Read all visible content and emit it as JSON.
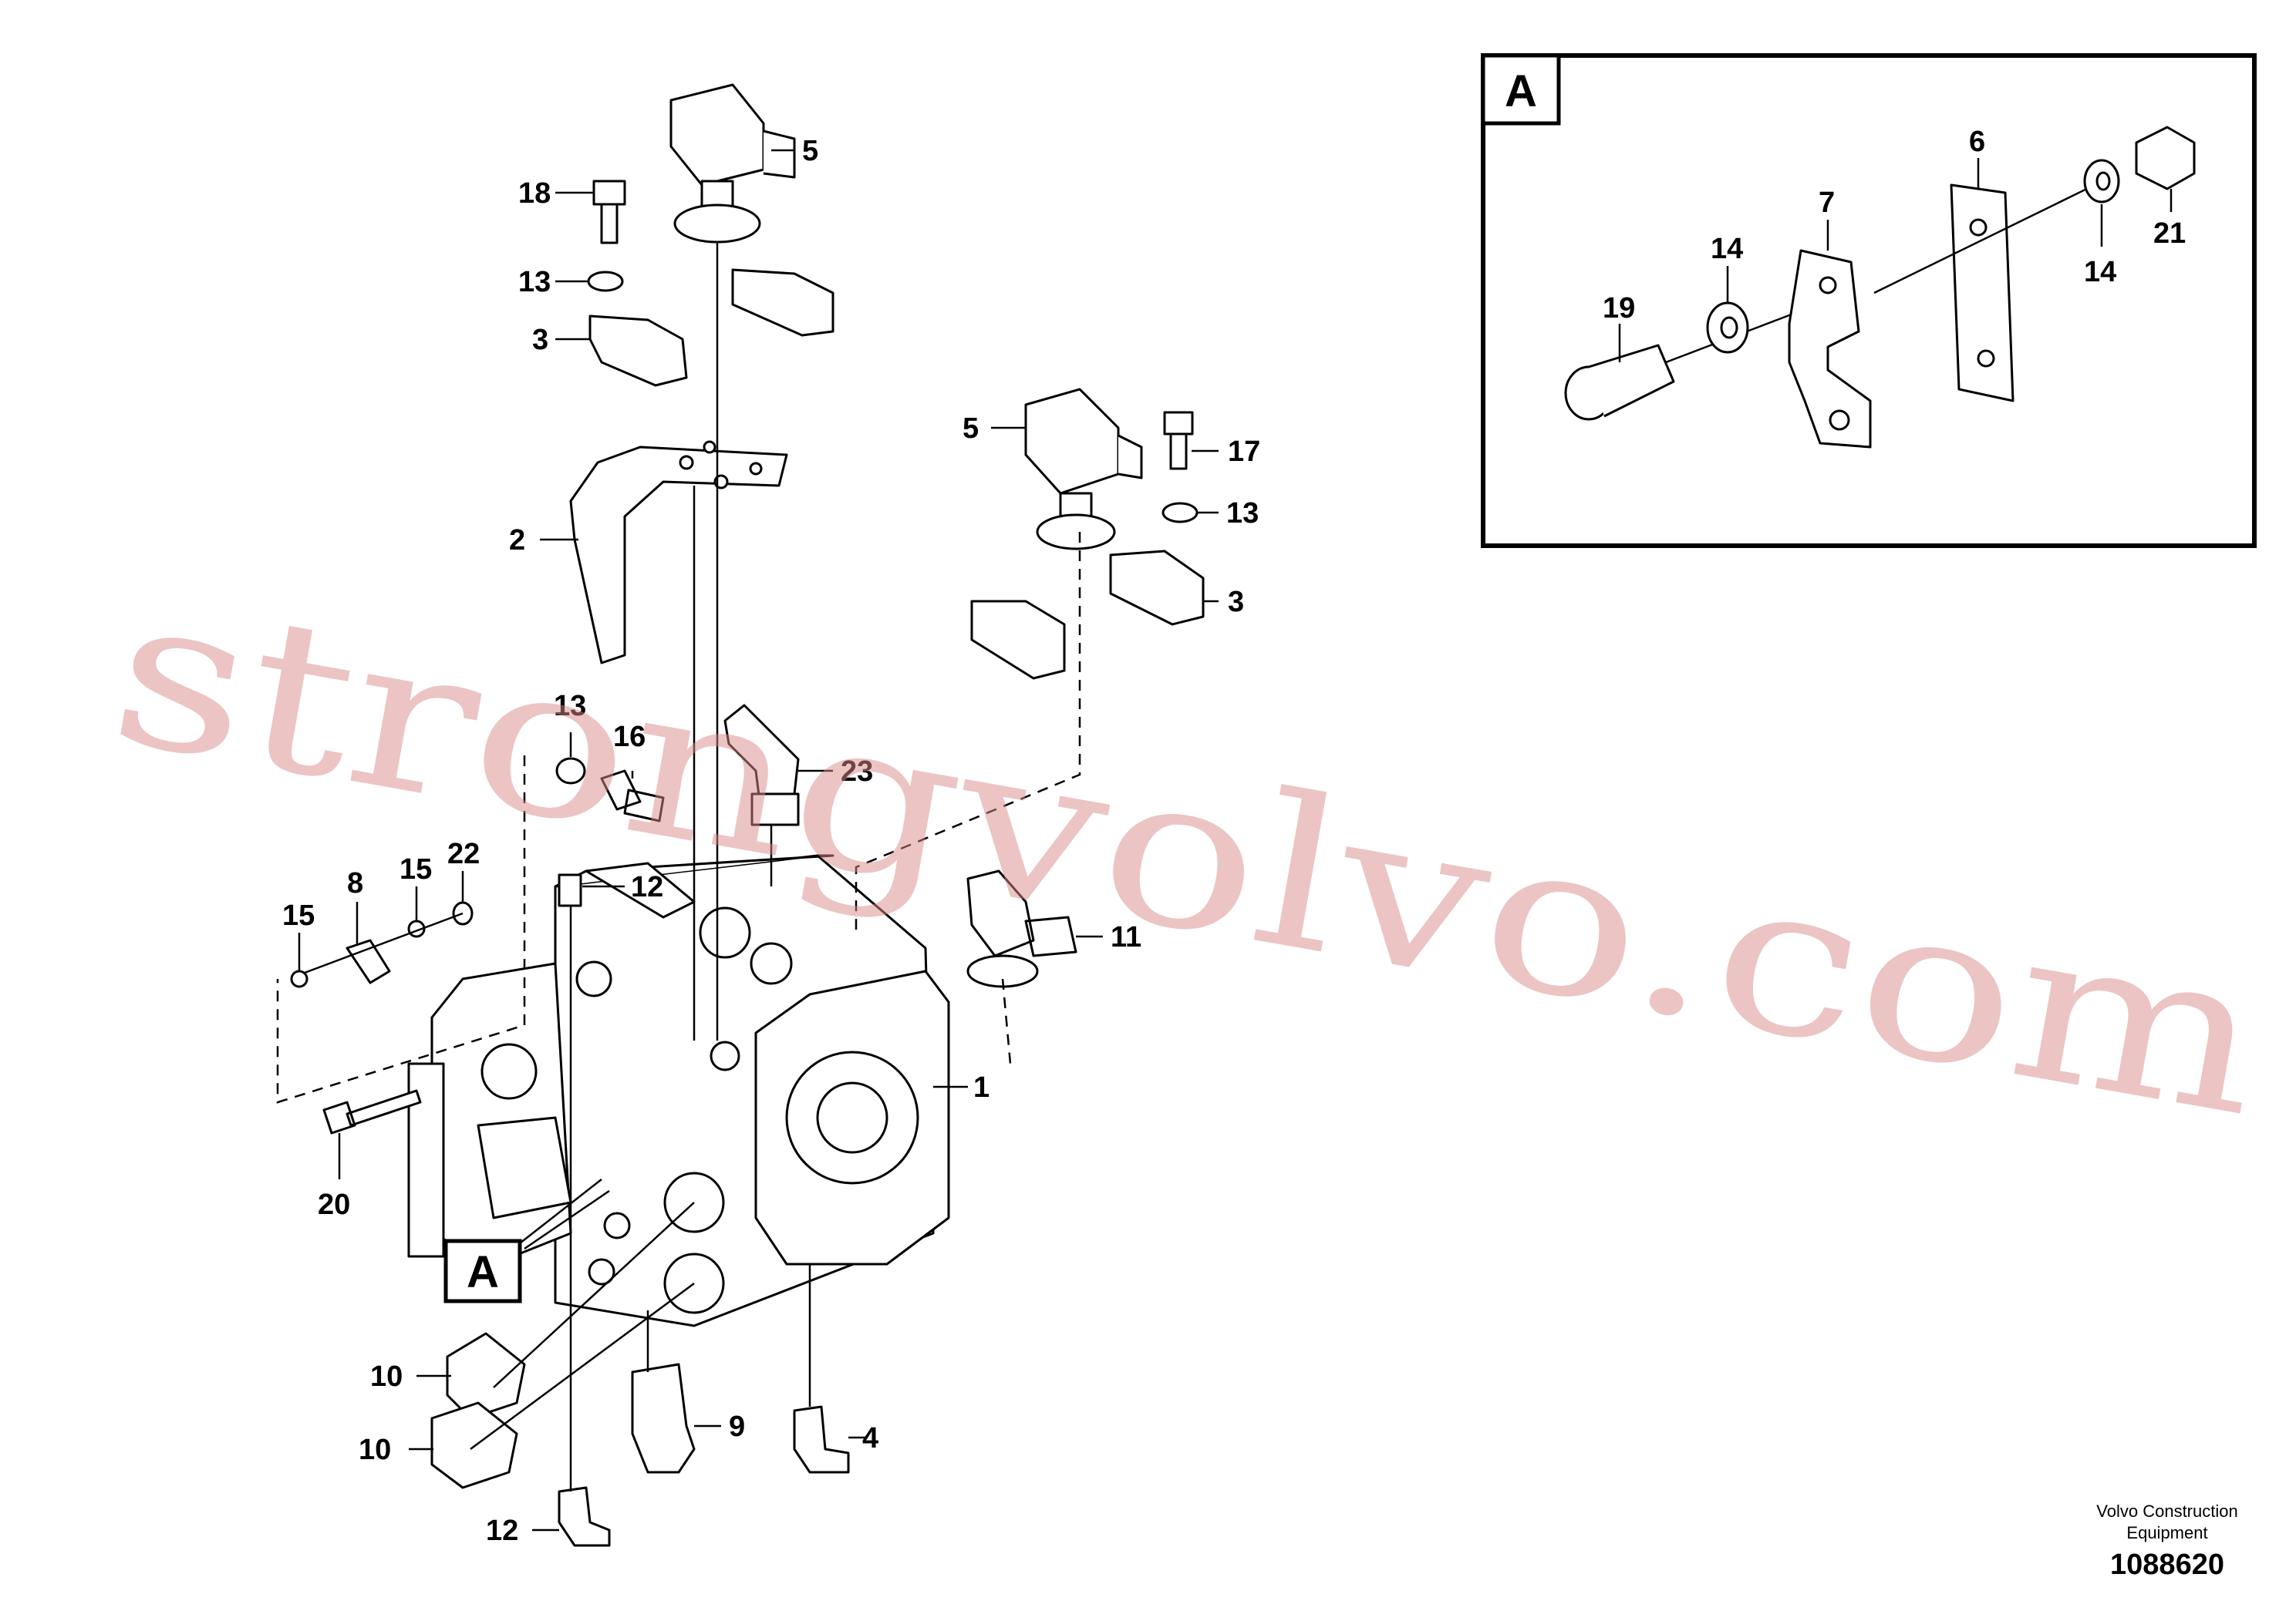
{
  "callouts": {
    "c5a": "5",
    "c18": "18",
    "c13a": "13",
    "c3a": "3",
    "c2": "2",
    "c5b": "5",
    "c17": "17",
    "c13b": "13",
    "c3b": "3",
    "c13c": "13",
    "c16": "16",
    "c23": "23",
    "c15a": "15",
    "c15b": "15",
    "c8": "8",
    "c22": "22",
    "c12a": "12",
    "c11": "11",
    "c1": "1",
    "c20": "20",
    "c10a": "10",
    "c10b": "10",
    "c9": "9",
    "c4": "4",
    "c12b": "12"
  },
  "detail_marker": "A",
  "inset": {
    "label": "A",
    "callouts": {
      "c6": "6",
      "c7": "7",
      "c14a": "14",
      "c14b": "14",
      "c19": "19",
      "c21": "21"
    }
  },
  "footer": {
    "company_line1": "Volvo Construction",
    "company_line2": "Equipment",
    "document_number": "1088620"
  },
  "watermark": "strongvolvo.com"
}
